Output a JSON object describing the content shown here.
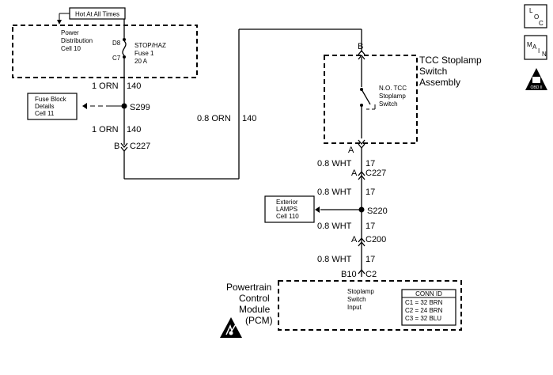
{
  "hot_label": "Hot At All Times",
  "power_distribution": {
    "line1": "Power",
    "line2": "Distribution",
    "line3": "Cell 10"
  },
  "fuse": {
    "pin_top": "D8",
    "pin_bottom": "C7",
    "line1": "STOP/HAZ",
    "line2": "Fuse 1",
    "line3": "20 A"
  },
  "fuse_block": {
    "line1": "Fuse Block",
    "line2": "Details",
    "line3": "Cell 11"
  },
  "wires": {
    "left_upper": "1 ORN",
    "left_upper_circuit": "140",
    "left_lower": "1 ORN",
    "left_lower_circuit": "140",
    "middle": "0.8 ORN",
    "middle_circuit": "140",
    "right_1": "0.8 WHT",
    "right_1_circuit": "17",
    "right_2": "0.8 WHT",
    "right_2_circuit": "17",
    "right_3": "0.8 WHT",
    "right_3_circuit": "17",
    "right_4": "0.8 WHT",
    "right_4_circuit": "17"
  },
  "splices": {
    "s299": "S299",
    "s220": "S220"
  },
  "connectors": {
    "b_c227_pin": "B",
    "b_c227_name": "C227",
    "a_c227_pin": "A",
    "a_c227_name": "C227",
    "a_c200_pin": "A",
    "a_c200_name": "C200",
    "b10_pin": "B10",
    "c2_name": "C2",
    "switch_b_pin": "B",
    "switch_a_pin": "A"
  },
  "switch_assembly": {
    "line1": "TCC Stoplamp",
    "line2": "Switch",
    "line3": "Assembly"
  },
  "switch": {
    "line1": "N.O. TCC",
    "line2": "Stoplamp",
    "line3": "Switch"
  },
  "exterior": {
    "line1": "Exterior",
    "line2": "LAMPS",
    "line3": "Cell 110"
  },
  "pcm": {
    "line1": "Powertrain",
    "line2": "Control",
    "line3": "Module",
    "line4": "(PCM)"
  },
  "pcm_input": {
    "line1": "Stoplamp",
    "line2": "Switch",
    "line3": "Input"
  },
  "conn_id": {
    "title": "CONN ID",
    "rows": [
      "C1 = 32 BRN",
      "C2 = 24 BRN",
      "C3 = 32 BLU"
    ]
  },
  "side_icons": {
    "loc": {
      "l1": "L",
      "l2": "O",
      "l3": "C"
    },
    "main": {
      "l1": "M",
      "l2": "A",
      "l3": "I",
      "l4": "N"
    },
    "obd": "OBD II"
  }
}
